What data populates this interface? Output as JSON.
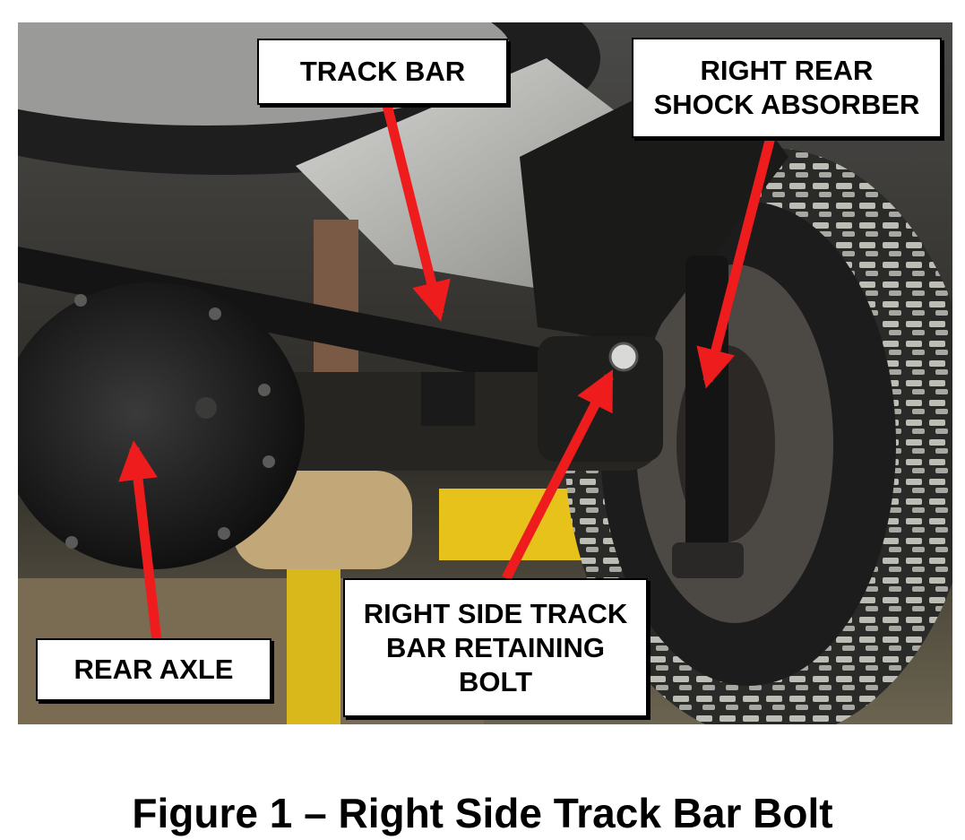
{
  "callouts": {
    "track_bar": [
      "TRACK BAR"
    ],
    "shock": [
      "RIGHT REAR",
      "SHOCK ABSORBER"
    ],
    "axle": [
      "REAR AXLE"
    ],
    "bolt": [
      "RIGHT SIDE TRACK",
      "BAR RETAINING",
      "BOLT"
    ]
  },
  "caption": "Figure 1 – Right Side Track Bar Bolt",
  "colors": {
    "arrow": "#ee1c1c",
    "callout_border": "#000000"
  }
}
